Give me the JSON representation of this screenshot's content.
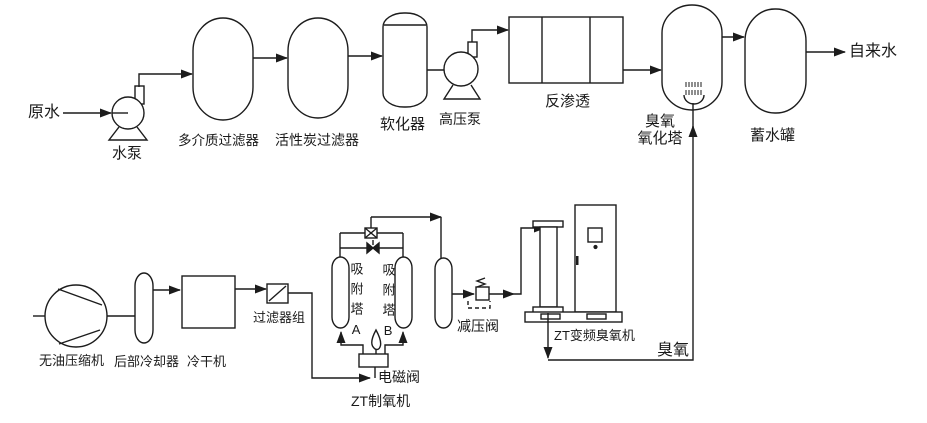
{
  "labels": {
    "raw_water": "原水",
    "water_pump": "水泵",
    "multimedia_filter": "多介质过滤器",
    "carbon_filter": "活性炭过滤器",
    "softener": "软化器",
    "high_pressure_pump": "高压泵",
    "reverse_osmosis": "反渗透",
    "ozone_tower_line1": "臭氧",
    "ozone_tower_line2": "氧化塔",
    "storage_tank": "蓄水罐",
    "tap_water": "自来水",
    "oilfree_compressor": "无油压缩机",
    "after_cooler": "后部冷却器",
    "cold_dryer": "冷干机",
    "filter_group": "过滤器组",
    "adsorber_a": "吸附塔A",
    "adsorber_b": "吸附塔B",
    "solenoid_valve": "电磁阀",
    "oxygen_generator": "ZT制氧机",
    "reducing_valve": "减压阀",
    "ozone_generator": "ZT变频臭氧机",
    "ozone_gas": "臭氧"
  },
  "colors": {
    "line": "#1c1c1c",
    "background": "#ffffff"
  }
}
